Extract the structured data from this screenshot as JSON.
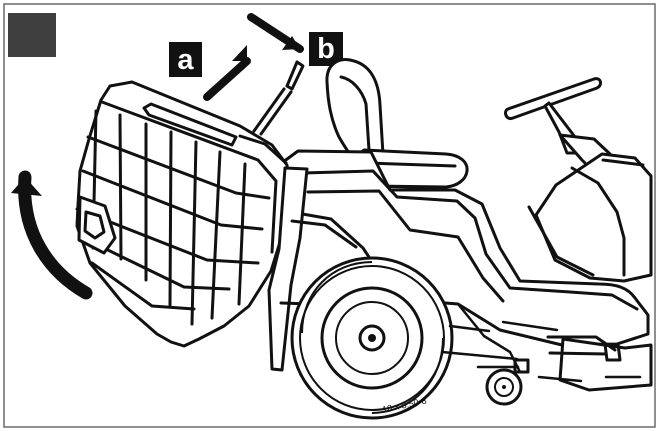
{
  "figure": {
    "label_a": "a",
    "label_b": "b",
    "tire_text": "18 x 8.50-8"
  },
  "colors": {
    "ink": "#111111",
    "corner_marker": "#3f3f3f",
    "label_background": "#111111",
    "label_text": "#ffffff"
  },
  "icons": {
    "rotation": "curved-arrow-icon",
    "motion": "straight-arrow-icon"
  }
}
